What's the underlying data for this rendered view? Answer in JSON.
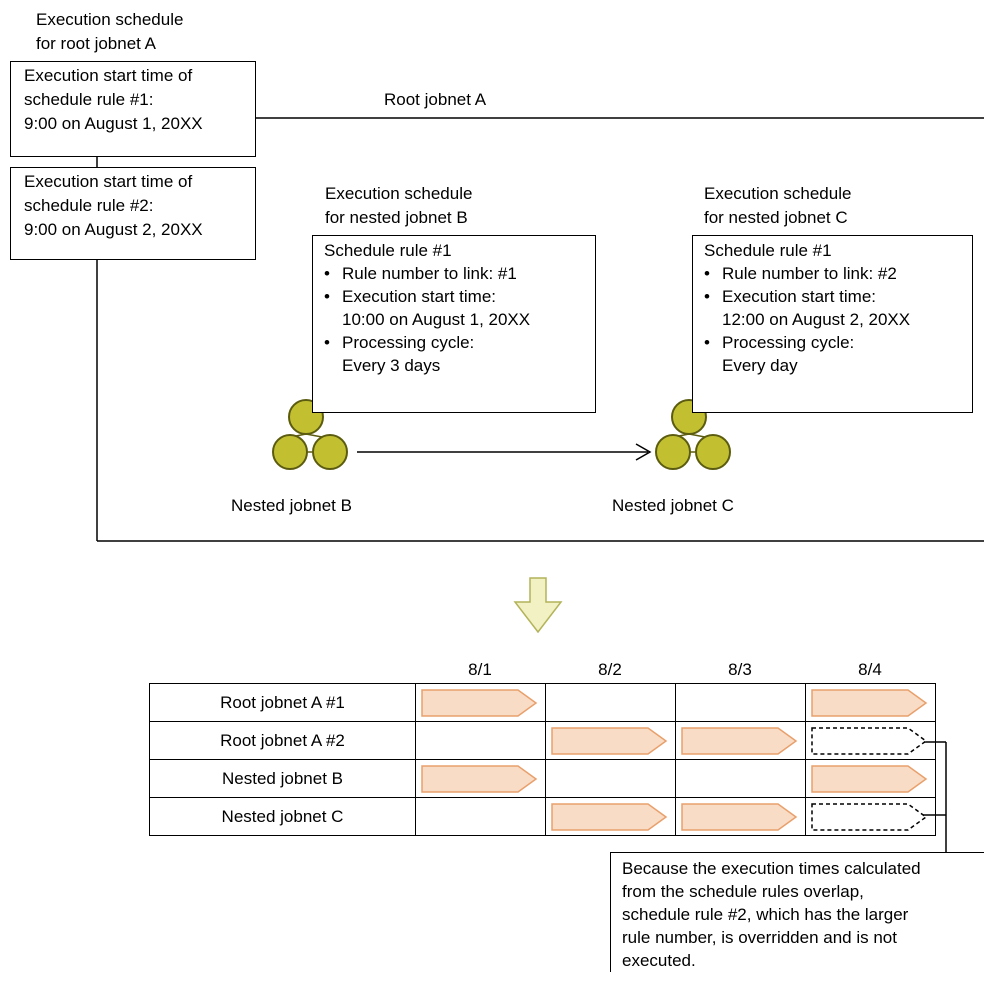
{
  "root_schedule": {
    "heading": [
      "Execution schedule",
      "for root jobnet A"
    ],
    "rule1": [
      "Execution start time of",
      "schedule rule #1:",
      "9:00 on August 1, 20XX"
    ],
    "rule2": [
      "Execution start time of",
      "schedule rule #2:",
      "9:00 on August 2, 20XX"
    ]
  },
  "root_label": "Root jobnet A",
  "jobnet_b": {
    "heading": [
      "Execution schedule",
      "for nested jobnet B"
    ],
    "rule_title": "Schedule rule #1",
    "items": [
      "Rule number to link: #1",
      "Execution start time:",
      "10:00 on August 1, 20XX",
      "Processing cycle:",
      "Every 3 days"
    ],
    "label": "Nested jobnet B"
  },
  "jobnet_c": {
    "heading": [
      "Execution schedule",
      "for nested jobnet C"
    ],
    "rule_title": "Schedule rule #1",
    "items": [
      "Rule number to link: #2",
      "Execution start time:",
      "12:00 on August 2, 20XX",
      "Processing cycle:",
      "Every day"
    ],
    "label": "Nested jobnet C"
  },
  "bullet": "•",
  "table": {
    "dates": [
      "8/1",
      "8/2",
      "8/3",
      "8/4"
    ],
    "rows": [
      {
        "label": "Root jobnet A #1",
        "runs": [
          "executed",
          "none",
          "none",
          "executed"
        ]
      },
      {
        "label": "Root jobnet A #2",
        "runs": [
          "none",
          "executed",
          "executed",
          "overridden"
        ]
      },
      {
        "label": "Nested jobnet B",
        "runs": [
          "executed",
          "none",
          "none",
          "executed"
        ]
      },
      {
        "label": "Nested jobnet C",
        "runs": [
          "none",
          "executed",
          "executed",
          "overridden"
        ]
      }
    ]
  },
  "note": [
    "Because the execution times calculated",
    "from the schedule rules overlap,",
    "schedule rule #2, which has the larger",
    "rule number, is overridden and is not",
    "executed."
  ],
  "colors": {
    "jobnet_fill": "#c2c031",
    "jobnet_stroke": "#5c5c10",
    "run_fill": "#f9dcc6",
    "run_stroke": "#e8a06c",
    "arrow_fill": "#f1f1c3",
    "arrow_stroke": "#b3b35a"
  }
}
